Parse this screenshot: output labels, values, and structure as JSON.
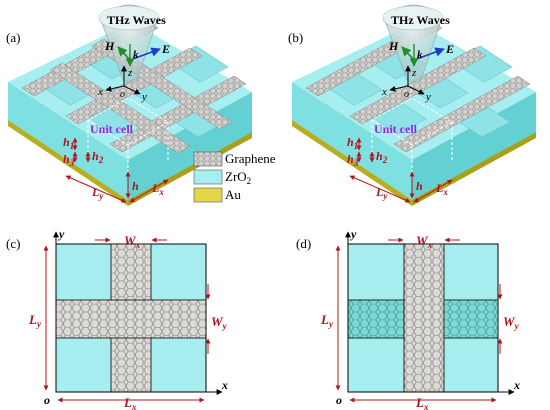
{
  "panels": {
    "a": "(a)",
    "b": "(b)",
    "c": "(c)",
    "d": "(d)"
  },
  "waves_label": "THz  Waves",
  "field": {
    "H": "H",
    "E": "E",
    "k": "k",
    "z": "z",
    "x": "x",
    "y": "y",
    "o": "o"
  },
  "unit_cell_label": "Unit cell",
  "dims3d": {
    "h1": "h",
    "h1_sub": "1",
    "h2": "h",
    "h2_sub": "2",
    "h3": "h",
    "h3_sub": "3",
    "h": "h",
    "Ly": "L",
    "Ly_sub": "y",
    "Lx": "L",
    "Lx_sub": "x"
  },
  "legend": [
    {
      "label": "Graphene",
      "swatch": "graphene"
    },
    {
      "label": "ZrO",
      "sub": "2",
      "swatch": "zro2"
    },
    {
      "label": "Au",
      "swatch": "au"
    }
  ],
  "dims2d": {
    "Wx": "W",
    "Wx_sub": "x",
    "Wy": "W",
    "Wy_sub": "y",
    "Ly": "L",
    "Ly_sub": "y",
    "Lx": "L",
    "Lx_sub": "x",
    "axis_y": "y",
    "axis_x": "x",
    "origin": "o"
  },
  "colors": {
    "cyan": "#a7eef0",
    "cyan_dark": "#5fd4d8",
    "graphene": "#d8d6d2",
    "gold": "#d9cf3c",
    "dim_red": "#b0141e",
    "arrow_blue": "#1f3fc8",
    "arrow_green": "#1f8f2a",
    "unit_cell_text": "#8a2bd4"
  }
}
